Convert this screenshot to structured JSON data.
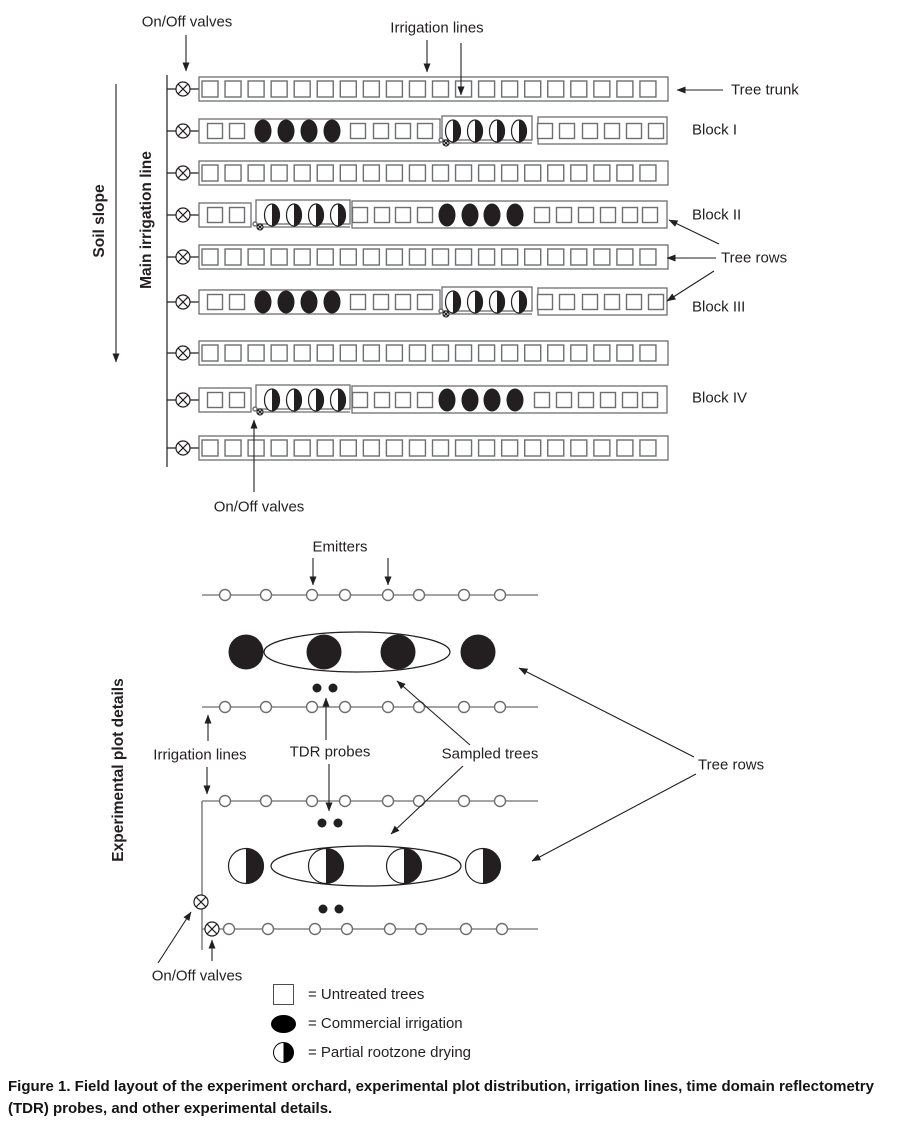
{
  "figure": {
    "caption": "Figure 1. Field layout of the experiment orchard, experimental plot distribution, irrigation lines, time domain reflectometry (TDR) probes, and other experimental details."
  },
  "top_panel": {
    "labels": {
      "on_off_valves": "On/Off valves",
      "irrigation_lines": "Irrigation lines",
      "tree_trunk": "Tree trunk",
      "tree_rows": "Tree rows",
      "soil_slope": "Soil slope",
      "main_irrigation_line": "Main irrigation line",
      "on_off_valves_lower": "On/Off valves",
      "block_1": "Block I",
      "block_2": "Block II",
      "block_3": "Block III",
      "block_4": "Block IV"
    },
    "tree_rows": [
      {
        "row": 1,
        "pattern": "untreated",
        "tree_count": 20
      },
      {
        "row": 2,
        "block": "Block I",
        "pattern": "commercial-then-prd",
        "untreated": 12,
        "commercial": 4,
        "prd": 4
      },
      {
        "row": 3,
        "pattern": "untreated",
        "tree_count": 20
      },
      {
        "row": 4,
        "block": "Block II",
        "pattern": "prd-then-commercial",
        "untreated": 12,
        "commercial": 4,
        "prd": 4
      },
      {
        "row": 5,
        "pattern": "untreated",
        "tree_count": 20
      },
      {
        "row": 6,
        "block": "Block III",
        "pattern": "commercial-then-prd",
        "untreated": 12,
        "commercial": 4,
        "prd": 4
      },
      {
        "row": 7,
        "pattern": "untreated",
        "tree_count": 20
      },
      {
        "row": 8,
        "block": "Block IV",
        "pattern": "prd-then-commercial",
        "untreated": 12,
        "commercial": 4,
        "prd": 4
      },
      {
        "row": 9,
        "pattern": "untreated",
        "tree_count": 20
      }
    ]
  },
  "bottom_panel": {
    "labels": {
      "title": "Experimental plot details",
      "emitters": "Emitters",
      "irrigation_lines": "Irrigation lines",
      "tdr_probes": "TDR probes",
      "sampled_trees": "Sampled trees",
      "tree_rows": "Tree rows",
      "on_off_valves": "On/Off valves"
    },
    "emitter_lines": 4,
    "emitters_per_line": 8,
    "commercial_tree_count": 4,
    "prd_tree_count": 4,
    "sampled_trees_per_row": 2,
    "tdr_probe_pairs": 3,
    "on_off_valve_count": 2
  },
  "legend": {
    "items": [
      {
        "symbol": "untreated-square",
        "label": "= Untreated trees"
      },
      {
        "symbol": "commercial-ellipse",
        "label": "= Commercial irrigation"
      },
      {
        "symbol": "prd-half-circle",
        "label": "= Partial rootzone drying"
      }
    ]
  },
  "colors": {
    "line_gray": "#6d6e71",
    "ink": "#231f20",
    "background": "#ffffff"
  }
}
